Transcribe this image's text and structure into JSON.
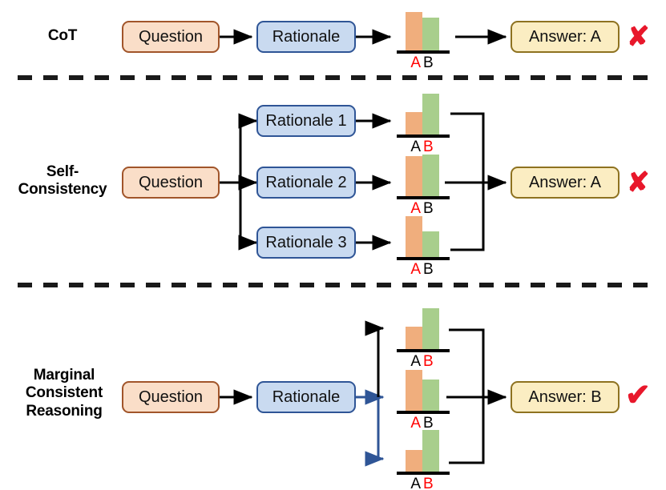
{
  "figure": {
    "title": "Comparison of CoT, Self-Consistency and Marginal Consistent Reasoning",
    "colors": {
      "bar_a": "#F0AE7D",
      "bar_b": "#A8CE8C",
      "highlight_label": "#FF0000",
      "mark_red": "#E8172B",
      "question_fill": "#FADEC8",
      "question_border": "#A1552A",
      "rationale_fill": "#C9DAF0",
      "rationale_border": "#2F5596",
      "answer_fill": "#FBEDC2",
      "answer_border": "#8E7220",
      "arrow_black": "#000000",
      "arrow_blue": "#2F5596"
    }
  },
  "rows": [
    {
      "id": "cot",
      "label": "CoT",
      "question": "Question",
      "rationales": [
        "Rationale"
      ],
      "answer": "Answer: A",
      "verdict": "incorrect",
      "verdict_mark": "✘",
      "charts": [
        {
          "labels": [
            "A",
            "B"
          ],
          "values": [
            0.95,
            0.8
          ],
          "highlight": "A"
        }
      ]
    },
    {
      "id": "self-consistency",
      "label": "Self-\nConsistency",
      "label_lines": [
        "Self-",
        "Consistency"
      ],
      "question": "Question",
      "rationales": [
        "Rationale 1",
        "Rationale 2",
        "Rationale 3"
      ],
      "answer": "Answer: A",
      "verdict": "incorrect",
      "verdict_mark": "✘",
      "charts": [
        {
          "labels": [
            "A",
            "B"
          ],
          "values": [
            0.55,
            1.0
          ],
          "highlight": "B"
        },
        {
          "labels": [
            "A",
            "B"
          ],
          "values": [
            0.97,
            1.0
          ],
          "highlight": "A"
        },
        {
          "labels": [
            "A",
            "B"
          ],
          "values": [
            1.0,
            0.62
          ],
          "highlight": "A"
        }
      ]
    },
    {
      "id": "marginal-consistent-reasoning",
      "label": "Marginal\nConsistent\nReasoning",
      "label_lines": [
        "Marginal",
        "Consistent",
        "Reasoning"
      ],
      "question": "Question",
      "rationales": [
        "Rationale"
      ],
      "answer": "Answer: B",
      "verdict": "correct",
      "verdict_mark": "✔",
      "charts": [
        {
          "labels": [
            "A",
            "B"
          ],
          "values": [
            0.55,
            1.0
          ],
          "highlight": "B"
        },
        {
          "labels": [
            "A",
            "B"
          ],
          "values": [
            1.0,
            0.7
          ],
          "highlight": "A"
        },
        {
          "labels": [
            "A",
            "B"
          ],
          "values": [
            0.52,
            1.0
          ],
          "highlight": "B"
        }
      ]
    }
  ],
  "dividers": 2
}
